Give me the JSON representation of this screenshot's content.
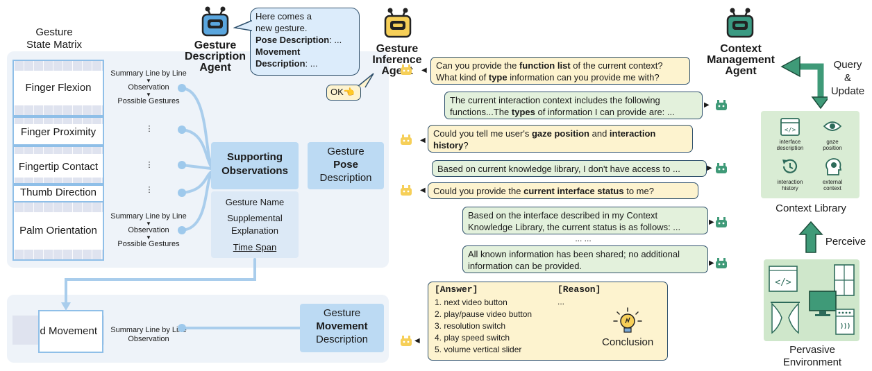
{
  "matrix": {
    "title": "Gesture\nState Matrix",
    "rows": [
      "Finger Flexion",
      "Finger Proximity",
      "Fingertip Contact",
      "Thumb Direction",
      "Palm Orientation"
    ],
    "hand_movement": "Hand Movement"
  },
  "obs": {
    "line1": "Summary Line by Line",
    "observation": "Observation",
    "possible": "Possible Gestures",
    "dots": "⋮"
  },
  "supporting": "Supporting Observations",
  "pose_desc": {
    "l1": "Gesture",
    "l2": "Pose",
    "l3": "Description"
  },
  "movement_desc": {
    "l1": "Gesture",
    "l2": "Movement",
    "l3": "Description"
  },
  "fields": {
    "name": "Gesture Name",
    "supp": "Supplemental\nExplanation",
    "time": "Time Span"
  },
  "agents": {
    "desc": "Gesture\nDescription\nAgent",
    "infer": "Gesture\nInference\nAgent",
    "ctx": "Context\nManagement\nAgent"
  },
  "desc_bubble": {
    "l1": "Here comes a",
    "l2": "new gesture.",
    "pose_b": "Pose Description",
    "pose_r": ": ...",
    "move_b": "Movement",
    "move_b2": "Description",
    "move_r": ": ..."
  },
  "ok": "OK",
  "ok_icon": "pointing-hand-emoji",
  "dialog": {
    "q1_a": "Can you provide the ",
    "q1_b": "function list",
    "q1_c": " of the current context?",
    "q1_d": "What kind of ",
    "q1_e": "type",
    "q1_f": " information can you provide me with?",
    "a1_a": "The current interaction context includes the following",
    "a1_b": "functions...The ",
    "a1_c": "types",
    "a1_d": " of information I can provide are: ...",
    "q2_a": "Could you tell me user's ",
    "q2_b": "gaze position",
    "q2_c": " and ",
    "q2_d": "interaction",
    "q2_e": "history",
    "q2_f": "?",
    "a2": "Based on current knowledge library, I don't have access to ...",
    "q3_a": "Could you provide the ",
    "q3_b": "current interface status",
    "q3_c": " to me?",
    "a3_a": "Based on the interface described in my Context",
    "a3_b": "Knowledge Library, the current status is as follows: ...",
    "ellipsis": "... ...",
    "a4_a": "All known information has been shared; no additional",
    "a4_b": "information can be provided."
  },
  "conclusion": {
    "answer_h": "[Answer]",
    "reason_h": "[Reason]",
    "reason_v": "...",
    "items": [
      "1. next video button",
      "2. play/pause video button",
      "3. resolution switch",
      "4. play speed switch",
      "5. volume vertical slider"
    ],
    "label": "Conclusion"
  },
  "right": {
    "query": "Query\n&\nUpdate",
    "perceive": "Perceive",
    "lib": "Context Library",
    "env": "Pervasive\nEnvironment",
    "items": [
      "interface\ndescription",
      "gaze\nposition",
      "interaction\nhistory",
      "external\ncontext"
    ]
  },
  "colors": {
    "robot_blue": "#5aa6de",
    "robot_yellow": "#f6cf58",
    "robot_green": "#3a9a82",
    "accent_green": "#3f9a78"
  }
}
